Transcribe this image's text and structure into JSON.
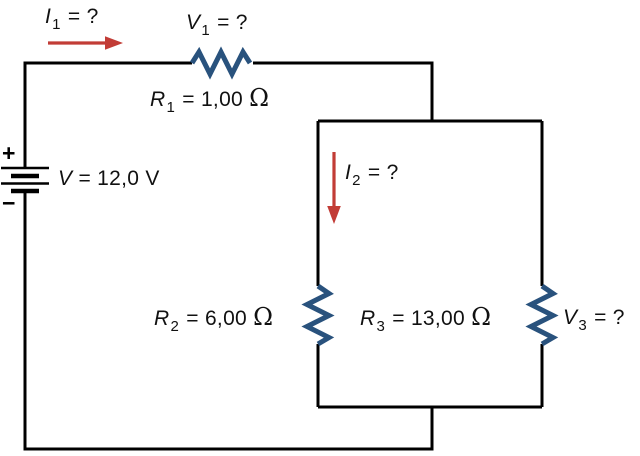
{
  "figure": {
    "kind": "dc-circuit-diagram",
    "description": "Battery with series resistor R1 and parallel resistors R2, R3; unknown currents I1, I2 and voltages V1, V3"
  },
  "colors": {
    "wire": "#000000",
    "resistor": "#29527d",
    "arrow": "#c23c36",
    "text": "#111111"
  },
  "battery": {
    "plus": "+",
    "minus": "−"
  },
  "labels": {
    "i1": {
      "var": "I",
      "sub": "1",
      "eq": " = ?",
      "unit": ""
    },
    "v1": {
      "var": "V",
      "sub": "1",
      "eq": " = ?",
      "unit": ""
    },
    "r1": {
      "var": "R",
      "sub": "1",
      "eq": " = 1,00 ",
      "unit": "Ω"
    },
    "v": {
      "var": "V",
      "sub": "",
      "eq": " = 12,0 V",
      "unit": ""
    },
    "i2": {
      "var": "I",
      "sub": "2",
      "eq": " = ?",
      "unit": ""
    },
    "r2": {
      "var": "R",
      "sub": "2",
      "eq": " = 6,00 ",
      "unit": "Ω"
    },
    "r3": {
      "var": "R",
      "sub": "3",
      "eq": " = 13,00 ",
      "unit": "Ω"
    },
    "v3": {
      "var": "V",
      "sub": "3",
      "eq": " = ?",
      "unit": ""
    }
  }
}
